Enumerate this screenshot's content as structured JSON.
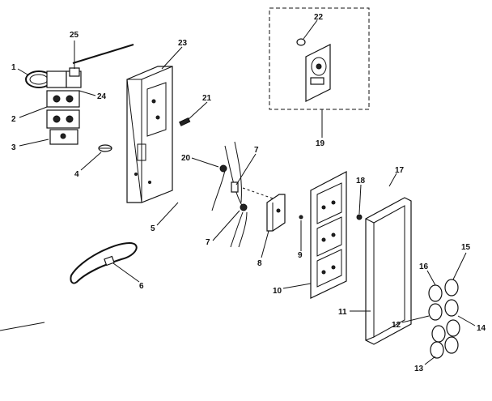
{
  "diagram": {
    "callouts": [
      "1",
      "2",
      "3",
      "4",
      "5",
      "6",
      "7",
      "7",
      "8",
      "9",
      "10",
      "11",
      "12",
      "13",
      "14",
      "15",
      "16",
      "17",
      "18",
      "19",
      "20",
      "21",
      "22",
      "23",
      "24",
      "25"
    ]
  }
}
